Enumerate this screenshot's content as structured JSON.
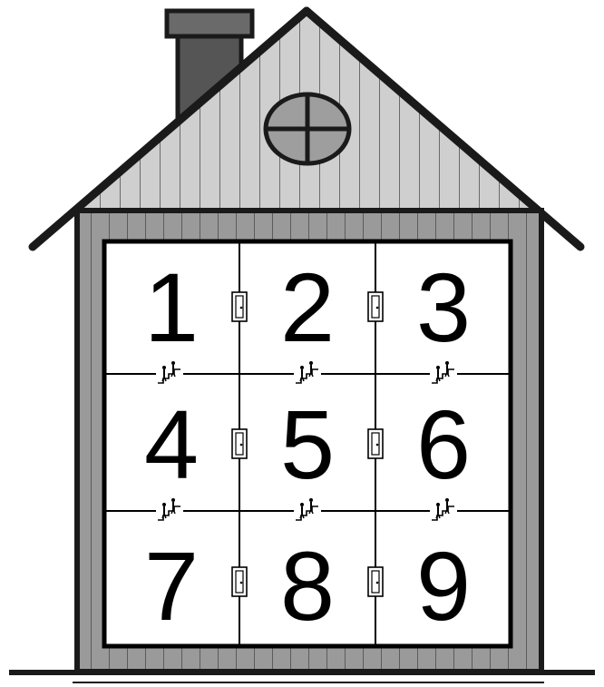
{
  "house": {
    "rooms": [
      {
        "number": "1"
      },
      {
        "number": "2"
      },
      {
        "number": "3"
      },
      {
        "number": "4"
      },
      {
        "number": "5"
      },
      {
        "number": "6"
      },
      {
        "number": "7"
      },
      {
        "number": "8"
      },
      {
        "number": "9"
      }
    ],
    "connectors": {
      "doors": [
        "door-1-2",
        "door-2-3",
        "door-4-5",
        "door-5-6",
        "door-7-8",
        "door-8-9"
      ],
      "stairs": [
        "stairs-1-4",
        "stairs-2-5",
        "stairs-3-6",
        "stairs-4-7",
        "stairs-5-8",
        "stairs-6-9"
      ]
    },
    "colors": {
      "outline": "#1a1a1a",
      "roof_fill": "#c8c8c8",
      "siding_fill": "#8e8e8e",
      "chimney_fill": "#555555",
      "room_fill": "#ffffff"
    },
    "icons": {
      "door": "door-icon",
      "stairs": "stairs-people-icon",
      "window": "round-window-icon"
    }
  }
}
